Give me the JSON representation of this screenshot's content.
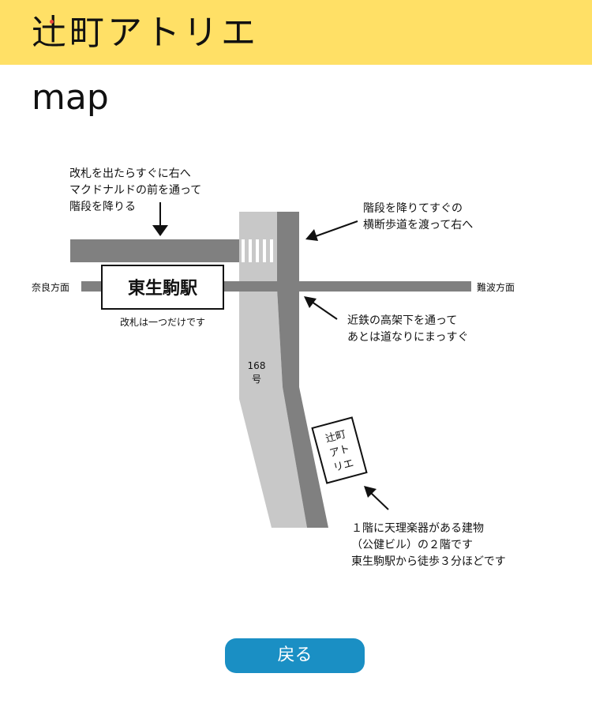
{
  "header": {
    "title_char1": "辻",
    "title_rest": "町アトリエ"
  },
  "page_heading": "map",
  "map": {
    "note_exit": [
      "改札を出たらすぐに右へ",
      "マクドナルドの前を通って",
      "階段を降りる"
    ],
    "note_crosswalk": [
      "階段を降りてすぐの",
      "横断歩道を渡って右へ"
    ],
    "note_underpass": [
      "近鉄の高架下を通って",
      "あとは道なりにまっすぐ"
    ],
    "note_building": [
      "１階に天理楽器がある建物",
      "（公健ビル）の２階です",
      "東生駒駅から徒歩３分ほどです"
    ],
    "station_name": "東生駒駅",
    "ticket_gate_note": "改札は一つだけです",
    "direction_west": "奈良方面",
    "direction_east": "難波方面",
    "route_number": "168",
    "route_suffix": "号",
    "atelier_label": [
      "辻町",
      "アト",
      "リエ"
    ]
  },
  "back_button_label": "戻る",
  "colors": {
    "header_bg": "#ffe066",
    "road_dark": "#808080",
    "road_light": "#c8c8c8",
    "button_bg": "#1a8fc4",
    "title_dot": "#e8483c"
  }
}
